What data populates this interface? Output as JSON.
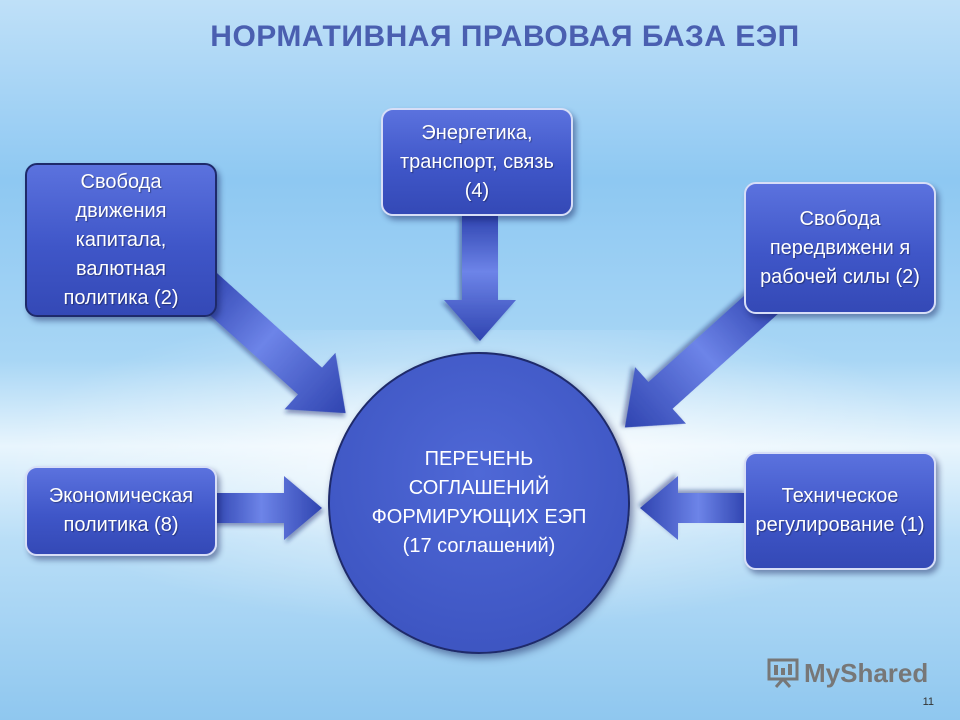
{
  "title": "НОРМАТИВНАЯ ПРАВОВАЯ БАЗА ЕЭП",
  "center": "ПЕРЕЧЕНЬ СОГЛАШЕНИЙ ФОРМИРУЮЩИХ ЕЭП (17 соглашений)",
  "nodes": {
    "capital": "Свобода движения капитала, валютная политика (2)",
    "energy": "Энергетика, транспорт, связь (4)",
    "labor": "Свобода передвижени я рабочей силы (2)",
    "economic": "Экономическая политика (8)",
    "technical": "Техническое регулирование (1)"
  },
  "logo": {
    "text": "MyShared",
    "icon": "presentation-board-icon"
  },
  "page_number": "11"
}
